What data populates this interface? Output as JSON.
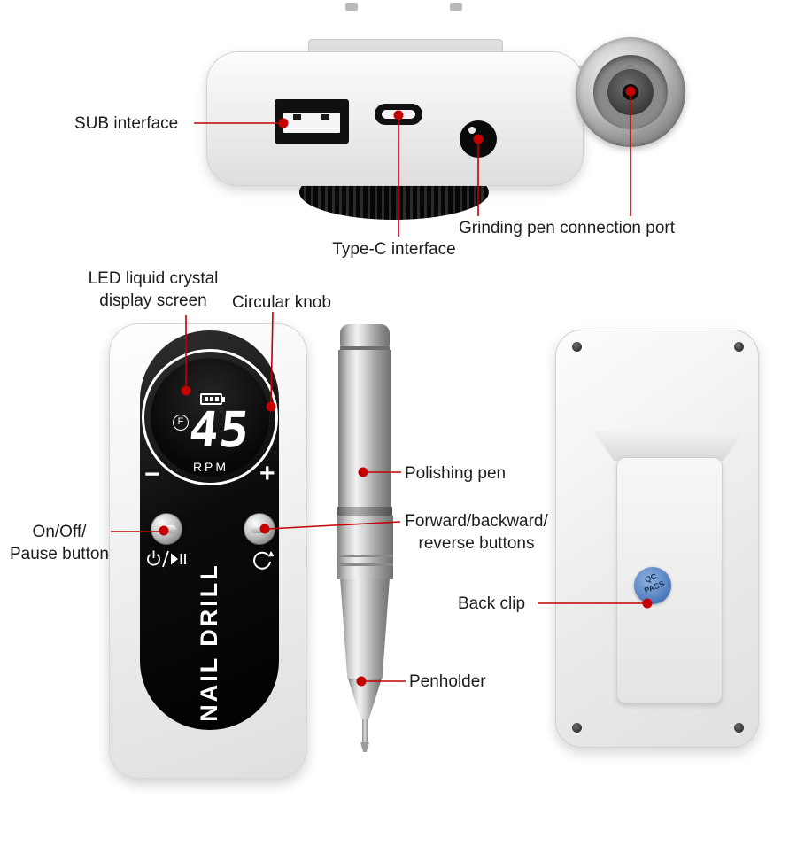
{
  "colors": {
    "accent_red": "#cc0000",
    "label_text": "#1d1d1d",
    "panel_black": "#0a0a0a",
    "sticker_blue": "#4a77ba"
  },
  "annotations": {
    "sub_interface": "SUB interface",
    "type_c_interface": "Type-C interface",
    "grinding_port": "Grinding pen connection port",
    "led_screen": [
      "LED liquid crystal",
      "display screen"
    ],
    "circular_knob": "Circular knob",
    "on_off": [
      "On/Off/",
      "Pause button"
    ],
    "forward": [
      "Forward/backward/",
      "reverse buttons"
    ],
    "polishing_pen": "Polishing pen",
    "penholder": "Penholder",
    "back_clip": "Back clip"
  },
  "display": {
    "f_badge": "F",
    "rpm_value": "45",
    "rpm_label": "RPM",
    "minus": "−",
    "plus": "+"
  },
  "brand": "NAIL DRILL",
  "sticker": {
    "line1": "QC",
    "line2": "PASS"
  },
  "icons": {
    "usb": "usb-a-port",
    "type_c": "type-c-port",
    "grind_hole": "grinding-pen-hole",
    "connector": "grinding-pen-connector-port",
    "battery": "battery-icon",
    "power": "power-play-pause-icon",
    "rotate": "rotation-direction-icon",
    "sticker": "qc-pass-sticker"
  }
}
